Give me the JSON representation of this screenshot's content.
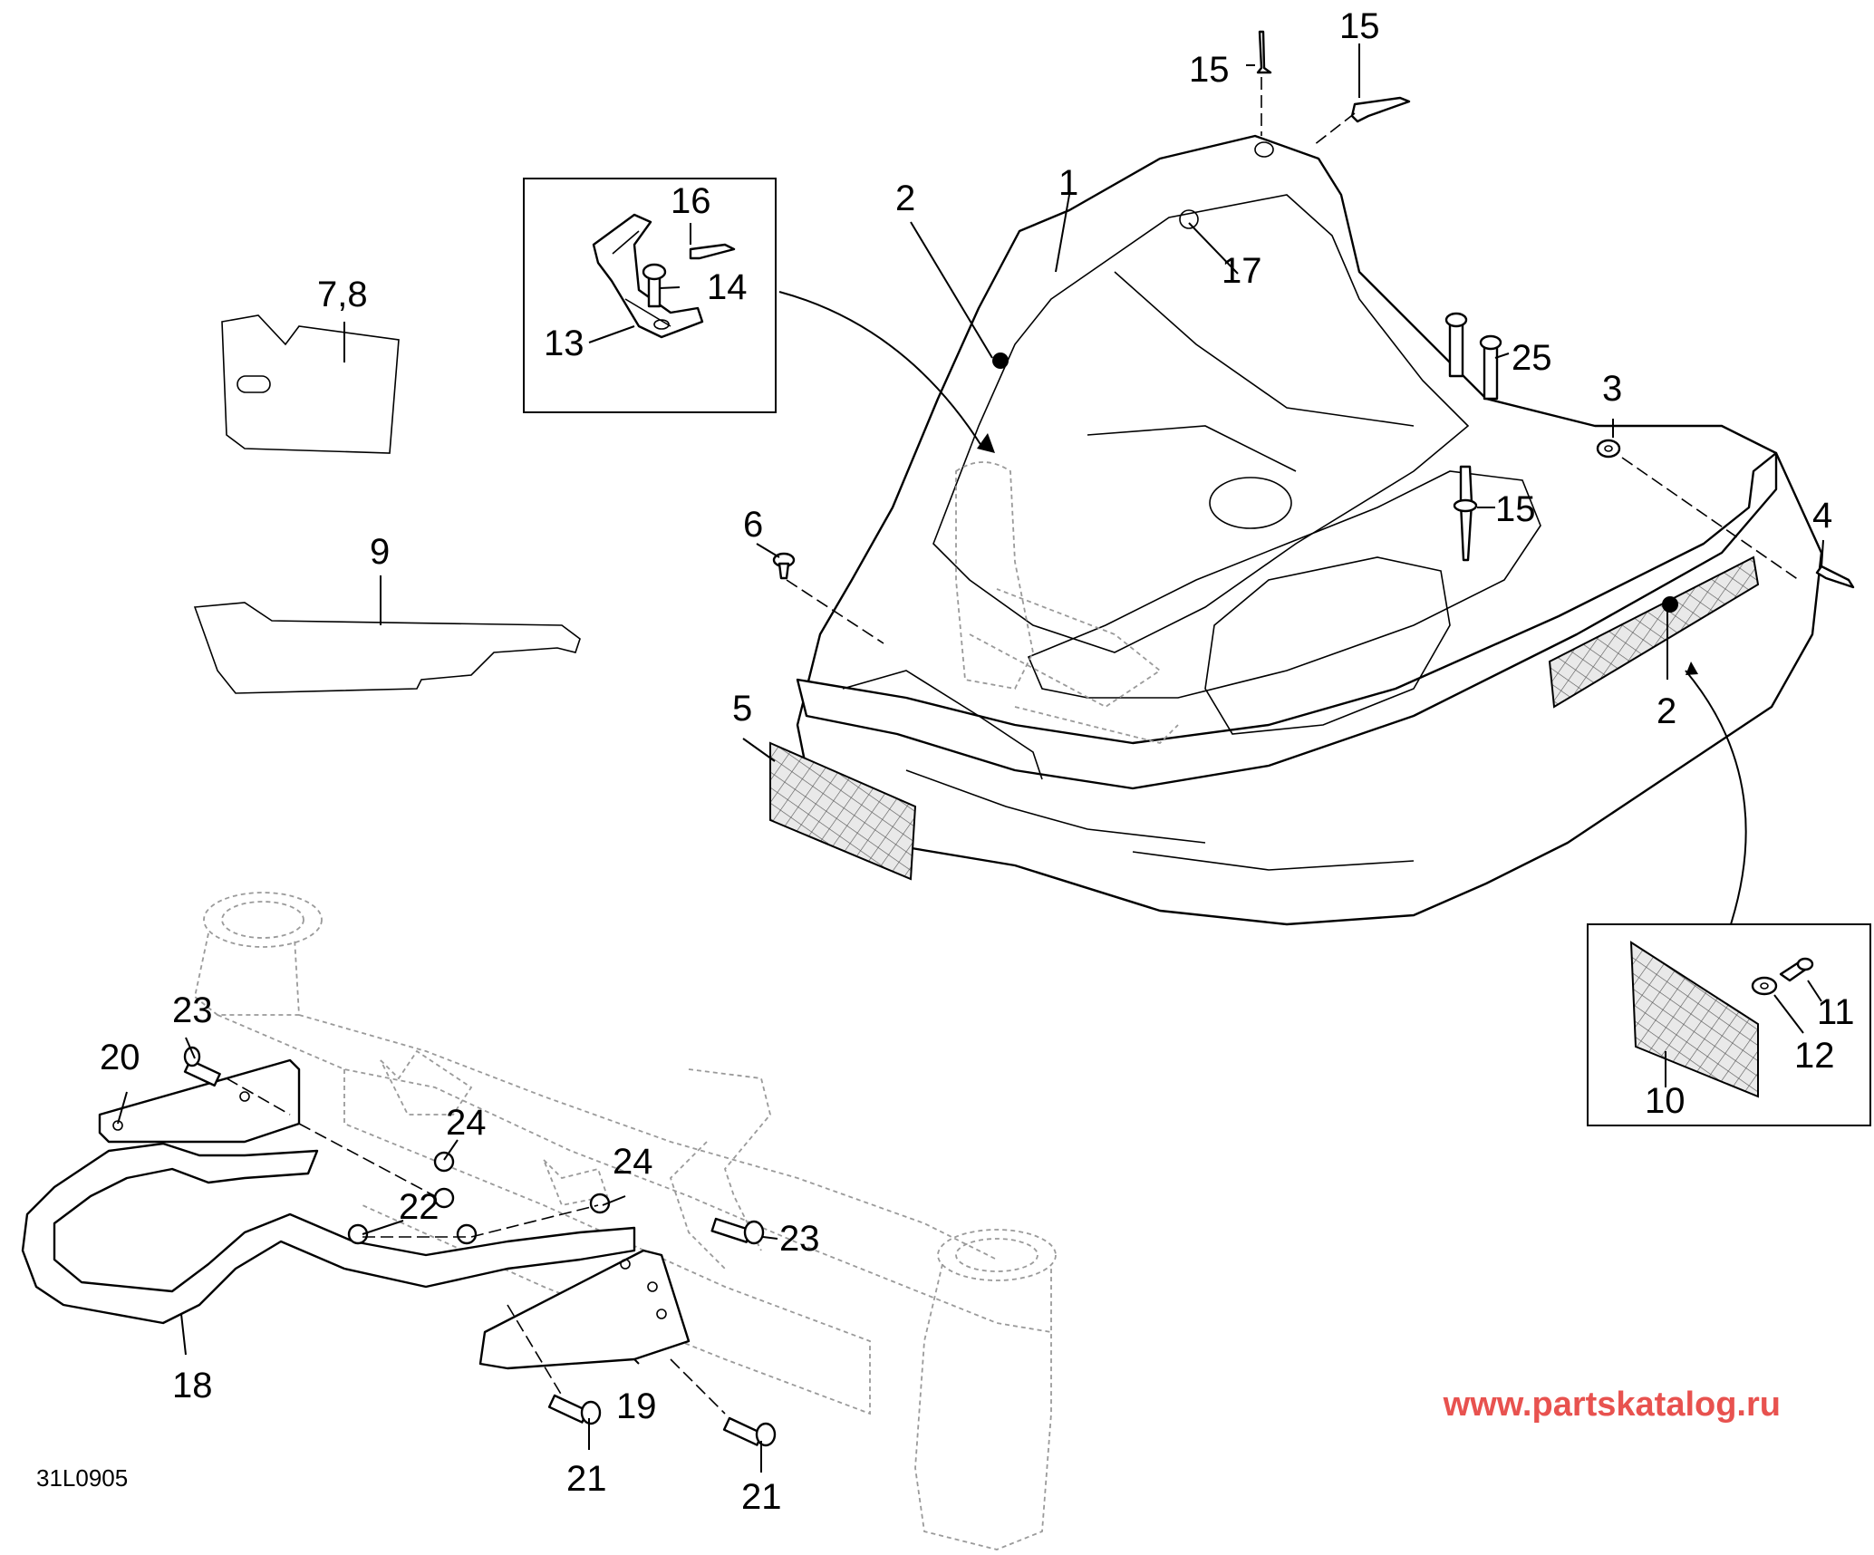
{
  "drawing_code": "31L0905",
  "watermark": "www.partskatalog.ru",
  "callouts": {
    "c1": "1",
    "c2a": "2",
    "c2b": "2",
    "c3": "3",
    "c4": "4",
    "c5": "5",
    "c6": "6",
    "c78": "7,8",
    "c9": "9",
    "c10": "10",
    "c11": "11",
    "c12": "12",
    "c13": "13",
    "c14": "14",
    "c15a": "15",
    "c15b": "15",
    "c15c": "15",
    "c16": "16",
    "c17": "17",
    "c18": "18",
    "c19": "19",
    "c20": "20",
    "c21a": "21",
    "c21b": "21",
    "c22": "22",
    "c23a": "23",
    "c23b": "23",
    "c24a": "24",
    "c24b": "24",
    "c25": "25"
  }
}
